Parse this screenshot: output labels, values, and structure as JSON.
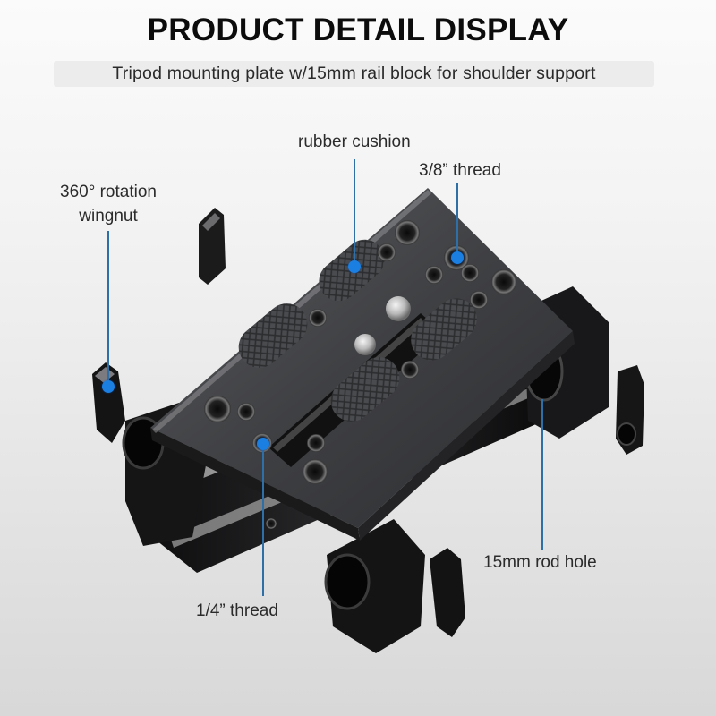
{
  "header": {
    "title": "PRODUCT DETAIL DISPLAY",
    "subtitle": "Tripod mounting plate w/15mm rail block for shoulder support"
  },
  "callouts": [
    {
      "id": "wingnut",
      "label_line1": "360° rotation",
      "label_line2": "wingnut",
      "target": "wingnut-icon"
    },
    {
      "id": "rubber",
      "label": "rubber cushion",
      "target": "rubber-cushion-pad"
    },
    {
      "id": "thread38",
      "label": "3/8” thread",
      "target": "threaded-hole"
    },
    {
      "id": "thread14",
      "label": "1/4” thread",
      "target": "threaded-hole"
    },
    {
      "id": "rodhole",
      "label": "15mm rod hole",
      "target": "rod-clamp"
    }
  ],
  "colors": {
    "callout_line": "#2f6fa8",
    "callout_dot": "#1a7fe0",
    "plate": "#3a3b3d",
    "background_top": "#fbfbfb",
    "background_bottom": "#d8d8d8"
  }
}
